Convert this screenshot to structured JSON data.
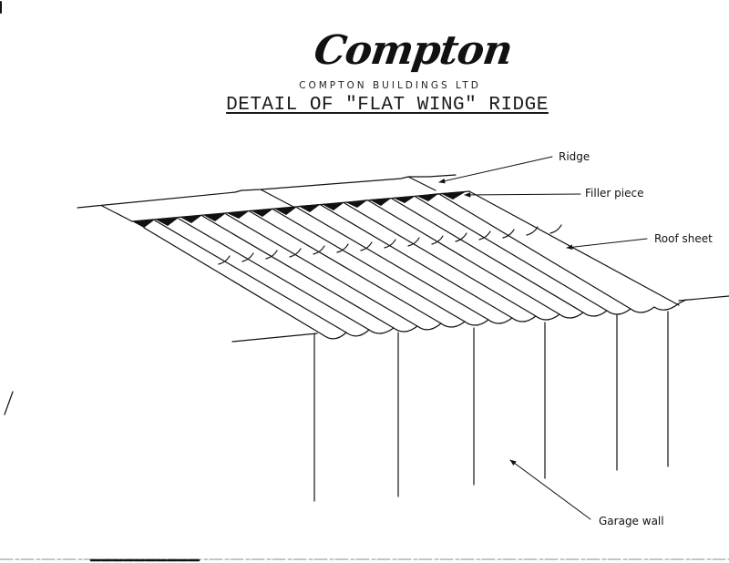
{
  "header": {
    "logo_text": "Compton",
    "company_name": "COMPTON BUILDINGS LTD",
    "title": "DETAIL OF \"FLAT WING\" RIDGE"
  },
  "labels": {
    "ridge": "Ridge",
    "filler_piece": "Filler piece",
    "roof_sheet": "Roof sheet",
    "garage_wall": "Garage wall"
  },
  "colors": {
    "ink": "#111111",
    "paper": "#ffffff"
  }
}
